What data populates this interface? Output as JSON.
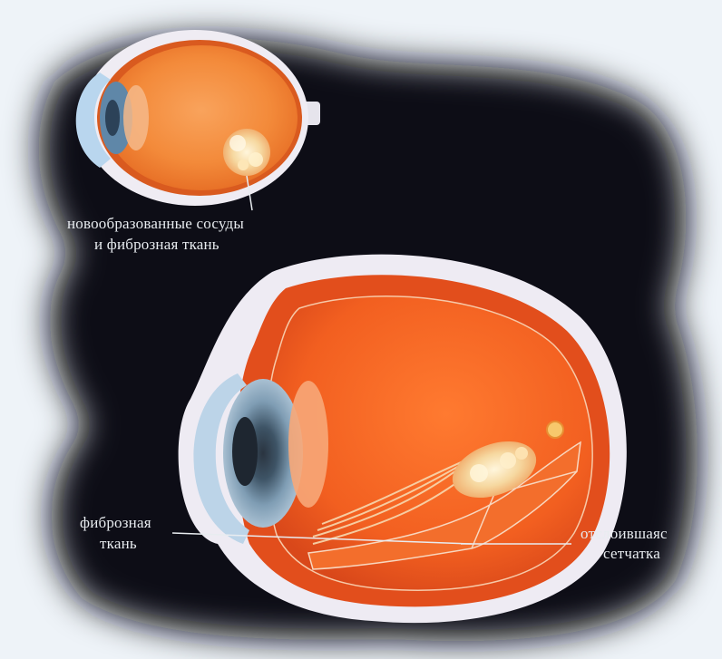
{
  "labels": {
    "top_line1": "новообразованные сосуды",
    "top_line2": "и фиброзная ткань",
    "left_line1": "фиброзная",
    "left_line2": "ткань",
    "right_line1": "отслоившаяс",
    "right_line2": "сетчатка"
  },
  "colors": {
    "background": "#0a0c12",
    "frame": "#eef3f8",
    "sclera": "#ece9f2",
    "choroid": "#e2541c",
    "interior": "#f26a2a",
    "iris": "#6f8fa6",
    "label": "#e8ecf0"
  }
}
